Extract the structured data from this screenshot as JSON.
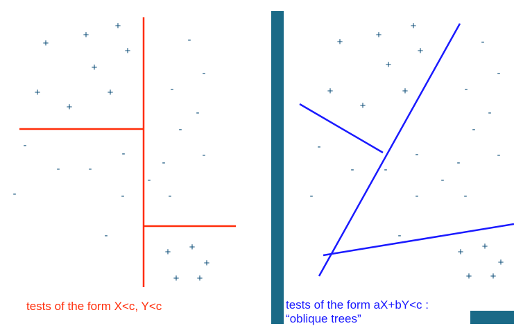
{
  "left_panel": {
    "caption": "tests of the form X<c, Y<c",
    "line_color": "#ff2d0a"
  },
  "right_panel": {
    "caption_line1": "tests of the form aX+bY<c :",
    "caption_line2": "“oblique trees”",
    "line_color": "#1a1aff"
  },
  "divider_color": "#1a6a87",
  "point_color": "#0f4f7a",
  "positive_symbol": "+",
  "negative_symbol": "-"
}
